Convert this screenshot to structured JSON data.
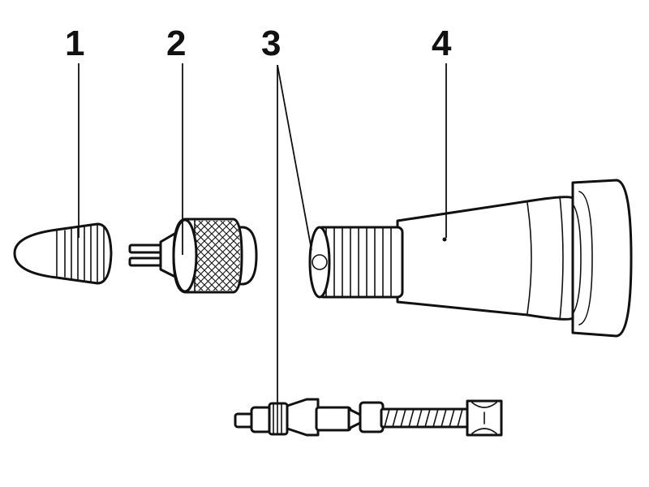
{
  "callouts": [
    {
      "id": "cap",
      "label": "1"
    },
    {
      "id": "nut",
      "label": "2"
    },
    {
      "id": "core",
      "label": "3"
    },
    {
      "id": "stem",
      "label": "4"
    }
  ]
}
